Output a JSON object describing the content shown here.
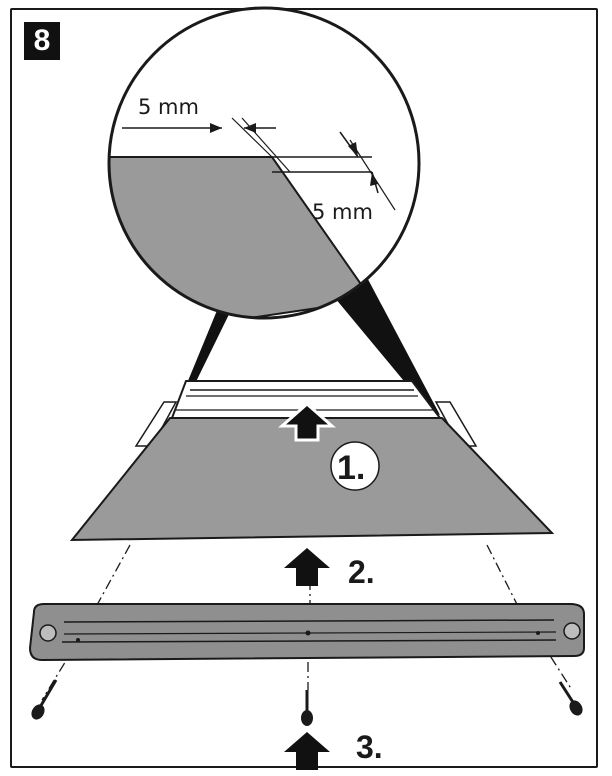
{
  "step_number": "8",
  "callout": {
    "dimension_horizontal": "5 mm",
    "dimension_vertical": "5 mm"
  },
  "steps": [
    "1.",
    "2.",
    "3."
  ],
  "colors": {
    "panel_gray": "#9a9a9a",
    "rail_gray": "#8f8f8f",
    "line_dark": "#1a1a1a"
  },
  "icons": [
    "up-arrow-icon",
    "screw-icon"
  ]
}
